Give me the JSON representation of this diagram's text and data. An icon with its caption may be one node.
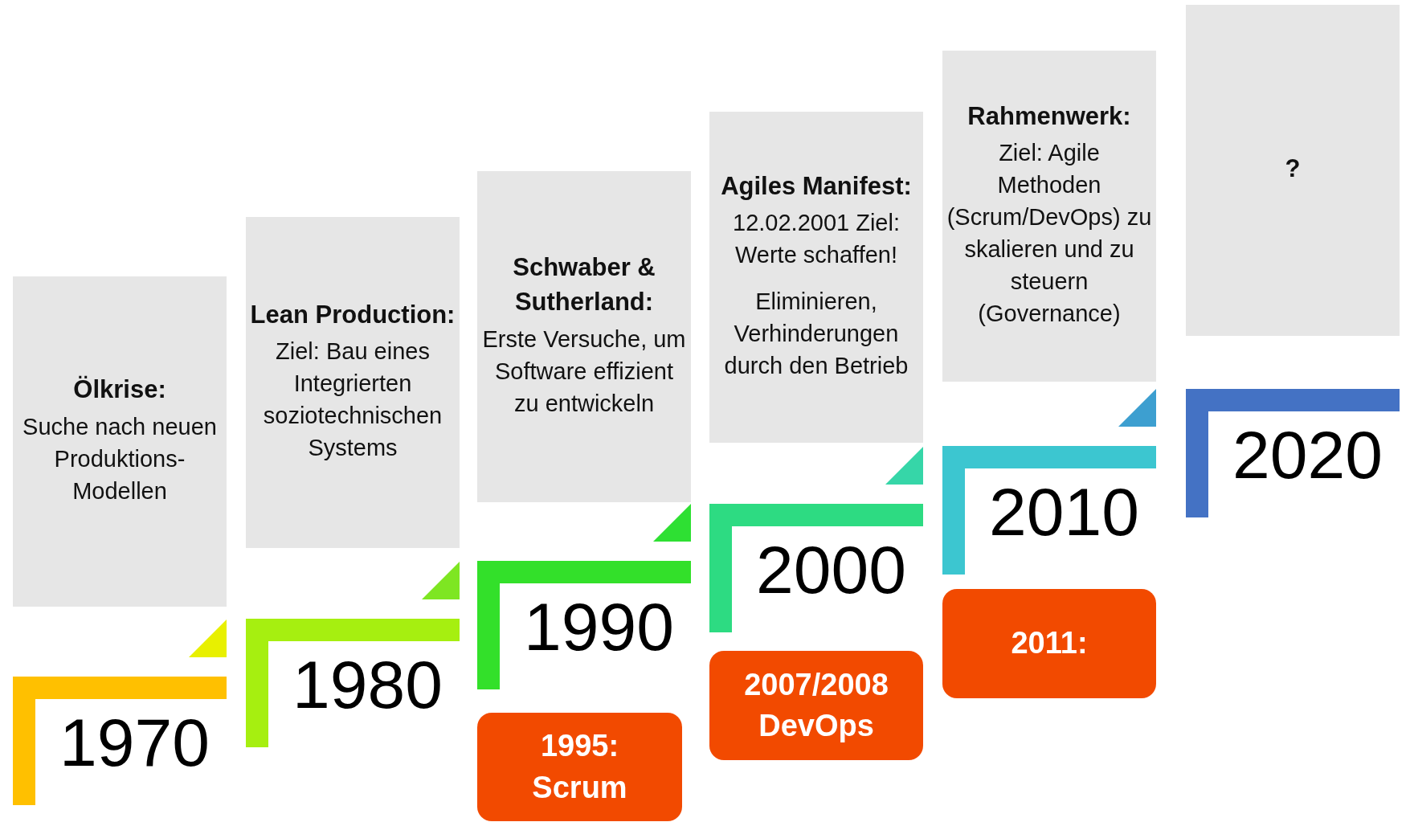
{
  "diagram": {
    "nodes": [
      {
        "text": [
          "Ölkrise:",
          "Suche nach neuen Produktions- Modellen"
        ]
      },
      {
        "text": [
          "Lean Production:",
          "Ziel: Bau eines Integrierten soziotechnischen Systems"
        ]
      },
      {
        "text": [
          "Schwaber & Sutherland:",
          "Erste Versuche, um Software effizient zu entwickeln"
        ]
      },
      {
        "text": [
          "Agiles Manifest:",
          "12.02.2001 Ziel: Werte schaffen!",
          "Eliminieren, Verhinderungen durch den Betrieb"
        ]
      },
      {
        "text": [
          "Rahmenwerk:",
          "Ziel: Agile Methoden (Scrum/DevOps) zu skalieren und zu steuern (Governance)"
        ]
      },
      {
        "text": [
          "?"
        ]
      },
      {
        "text": [
          "1970"
        ]
      },
      {
        "text": [
          "1980"
        ]
      },
      {
        "text": [
          "1990"
        ]
      },
      {
        "text": [
          "2000"
        ]
      },
      {
        "text": [
          "2010"
        ]
      },
      {
        "text": [
          "2020"
        ]
      },
      {
        "text": [
          "1995: Scrum"
        ]
      },
      {
        "text": [
          "2007/2008 DevOps"
        ]
      },
      {
        "text": [
          "2011:"
        ]
      }
    ]
  }
}
